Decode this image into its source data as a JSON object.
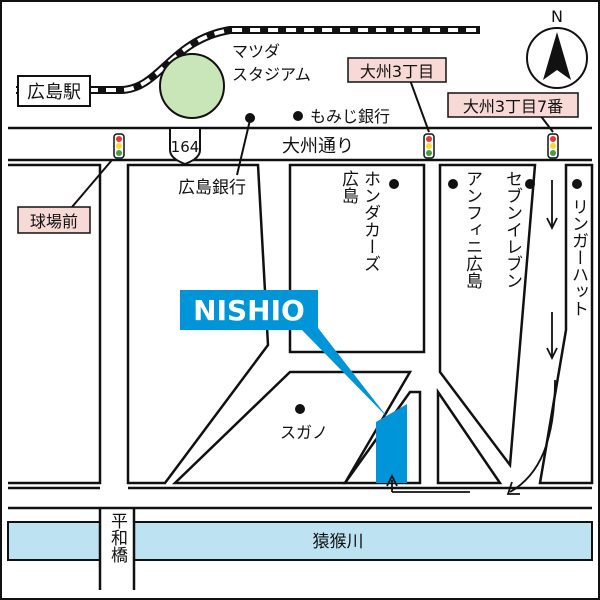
{
  "compass": {
    "label": "N",
    "icon": "north-arrow-icon"
  },
  "labels": {
    "hiroshima_station": "広島駅",
    "mazda_stadium_line1": "マツダ",
    "mazda_stadium_line2": "スタジアム",
    "momiji_bank": "もみじ銀行",
    "route_number": "164",
    "taishu_dori": "大州通り",
    "hiroshima_bank": "広島銀行",
    "honda_cars": "ホンダカーズ",
    "honda_cars_2": "広島",
    "anfini": "アンフィニ広島",
    "seven_eleven": "セブンイレブン",
    "ringer_hut": "リンガーハット",
    "sagano": "スガノ",
    "enkou_river": "猿猴川",
    "heiwa_bridge": "平和橋",
    "nishio": "NISHIO"
  },
  "signals": {
    "taishu3": "大州3丁目",
    "taishu3_7": "大州3丁目7番",
    "kyujomae": "球場前"
  },
  "colors": {
    "river": "#bde3f2",
    "stadium": "#c9e6b9",
    "highlight": "#0095d9",
    "signal_tag": "#f7d9d5",
    "line": "#111111"
  }
}
